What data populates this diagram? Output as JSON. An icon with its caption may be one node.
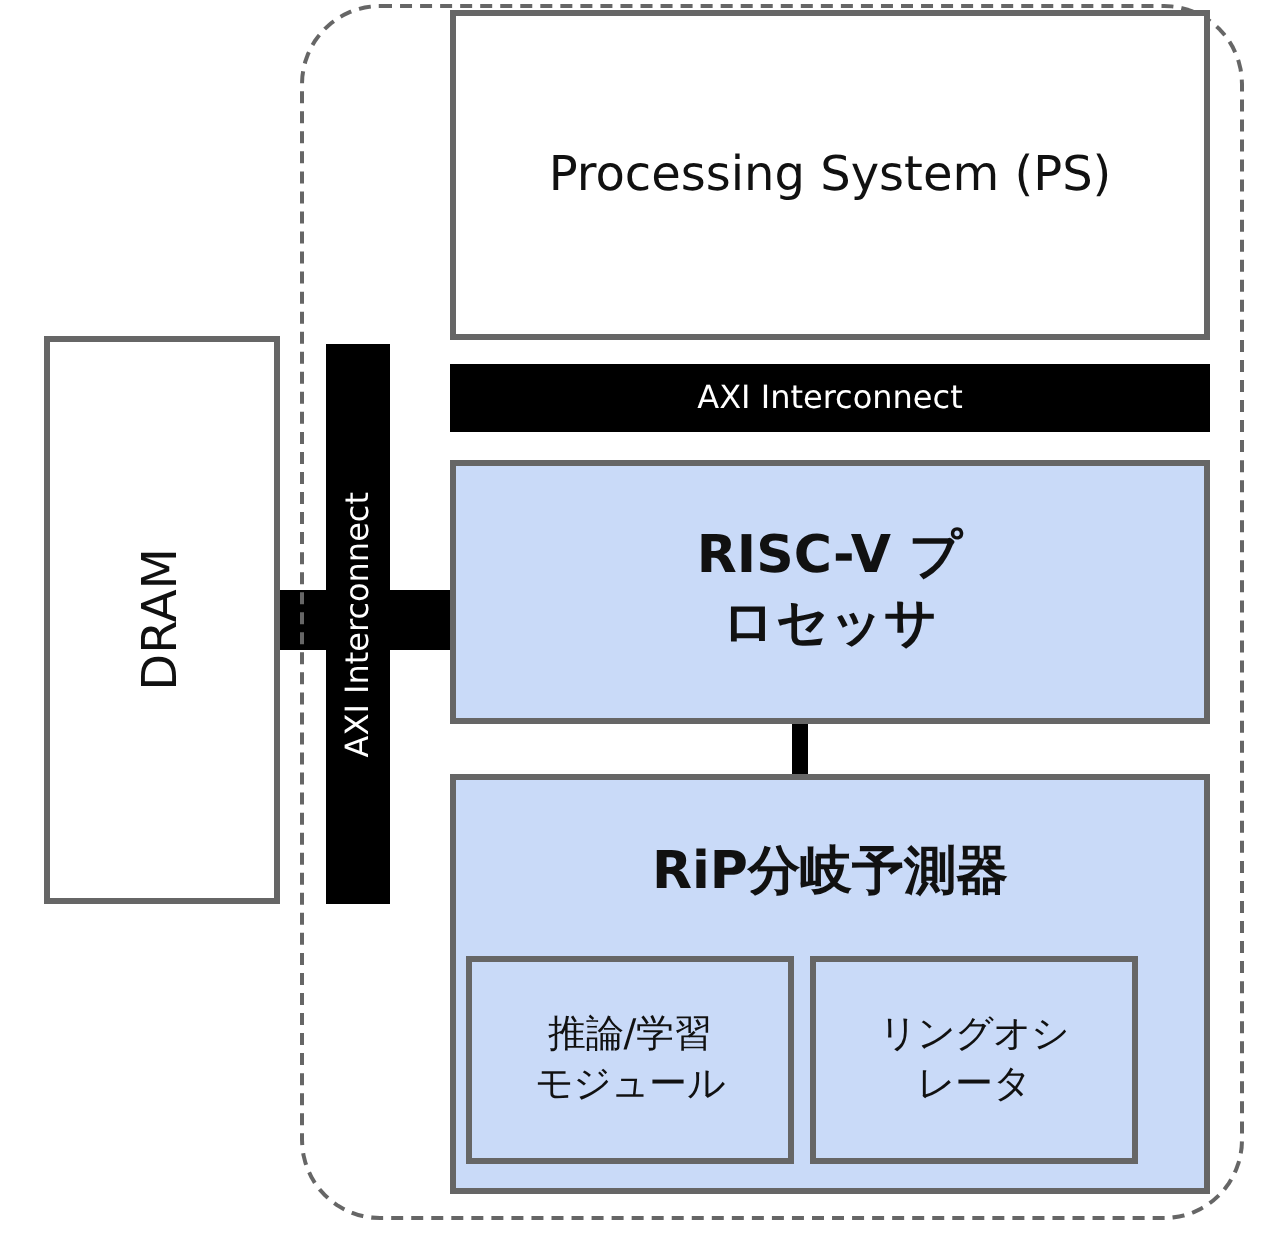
{
  "diagram": {
    "nodes": [
      {
        "text": [],
        "shape": "box"
      },
      {
        "text": [
          "Processing System (PS)"
        ],
        "in": 0
      },
      {
        "text": [
          "AXI Interconnect"
        ],
        "in": 0
      },
      {
        "text": [
          "AXI Interconnect"
        ],
        "in": 0
      },
      {
        "text": [
          "DRAM"
        ]
      },
      {
        "text": [
          "RISC-V プロセッサ"
        ],
        "in": 0
      },
      {
        "text": [
          "RiP分岐予測器"
        ],
        "in": 0
      },
      {
        "text": [
          "推論/学習モジュール"
        ],
        "in": 6
      },
      {
        "text": [
          "リングオシレータ"
        ],
        "in": 6
      }
    ],
    "edges": [
      {
        "from": 4,
        "to": 3,
        "arrow": "none"
      },
      {
        "from": 3,
        "to": 5,
        "arrow": "none"
      },
      {
        "from": 5,
        "to": 6,
        "arrow": "none"
      }
    ]
  }
}
